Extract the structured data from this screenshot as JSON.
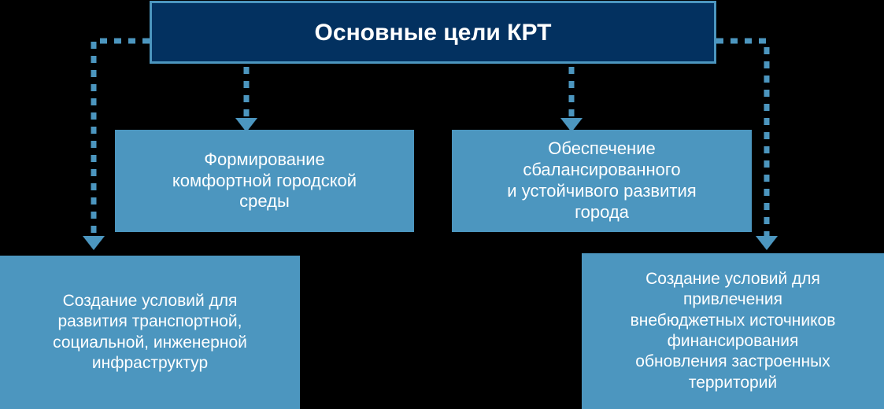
{
  "diagram": {
    "title": "Основные цели КРТ",
    "nodes": [
      {
        "id": "comfort-env",
        "text": "Формирование\nкомфортной городской\nсреды"
      },
      {
        "id": "balanced-dev",
        "text": "Обеспечение\nсбалансированного\nи устойчивого развития\nгорода"
      },
      {
        "id": "infrastructure",
        "text": "Создание условий для\nразвития транспортной,\nсоциальной, инженерной\nинфраструктур"
      },
      {
        "id": "extrabudget-funding",
        "text": "Создание условий для\nпривлечения\nвнебюджетных источников\nфинансирования\nобновления застроенных\nтерриторий"
      }
    ],
    "colors": {
      "title_fill": "#033160",
      "title_border": "#4c96bf",
      "node_fill": "#4c96bf",
      "connector": "#4c96bf",
      "text": "#ffffff",
      "background": "#000000"
    }
  }
}
